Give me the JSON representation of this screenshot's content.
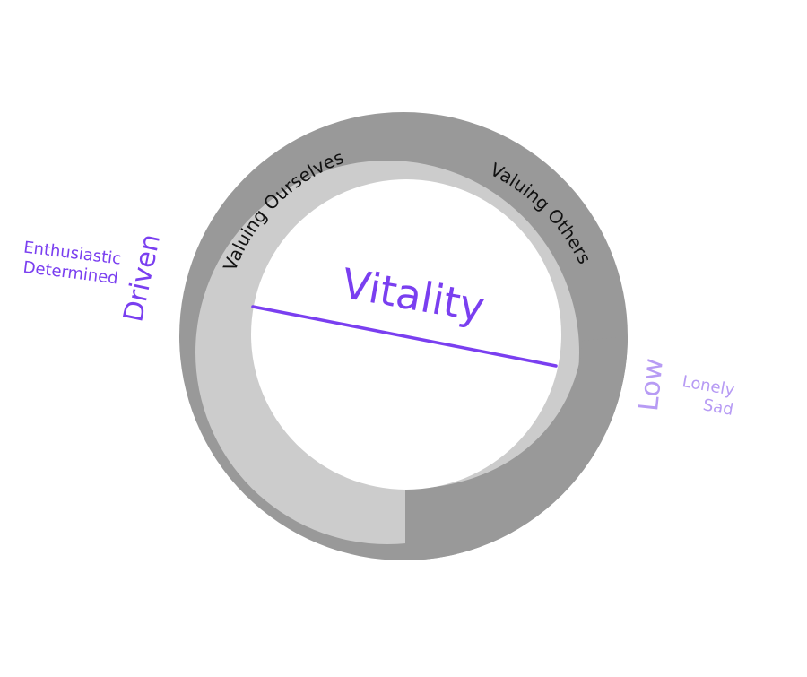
{
  "diagram": {
    "center_label": "Vitality",
    "ring_labels": {
      "left": "Valuing Ourselves",
      "right": "Valuing Others"
    },
    "left_side": {
      "pole": "Driven",
      "words": [
        "Enthusiastic",
        "Determined"
      ]
    },
    "right_side": {
      "pole": "Low",
      "words": [
        "Lonely",
        "Sad"
      ]
    },
    "colors": {
      "outer_ring": "#999999",
      "inner_ring": "#cccccc",
      "accent_strong": "#7a3ff0",
      "accent_light": "#b79bf4"
    }
  }
}
